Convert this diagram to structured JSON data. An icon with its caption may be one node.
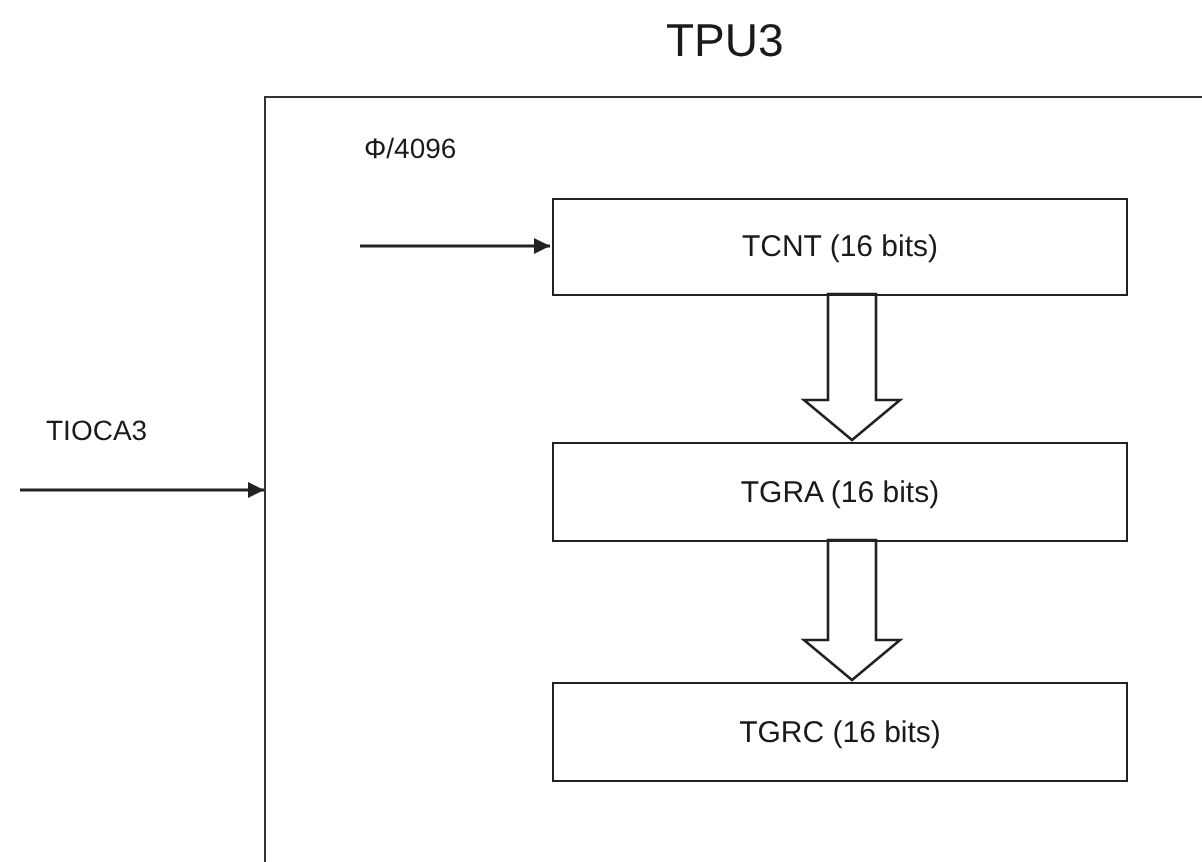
{
  "diagram": {
    "nodes": [
      {
        "text": [
          "TPU3"
        ]
      },
      {
        "text": [
          "TCNT (16 bits)"
        ],
        "in": 0
      },
      {
        "text": [
          "TGRA (16 bits)"
        ],
        "in": 0
      },
      {
        "text": [
          "TGRC (16 bits)"
        ],
        "in": 0
      }
    ],
    "edges": [
      {
        "from": null,
        "to": 0,
        "arrow": "to",
        "label": "TIOCA3"
      },
      {
        "from": null,
        "to": 1,
        "arrow": "to",
        "label": "Φ/4096"
      },
      {
        "from": 1,
        "to": 2,
        "arrow": "to",
        "style": "thick"
      },
      {
        "from": 2,
        "to": 3,
        "arrow": "to",
        "style": "thick"
      }
    ]
  }
}
